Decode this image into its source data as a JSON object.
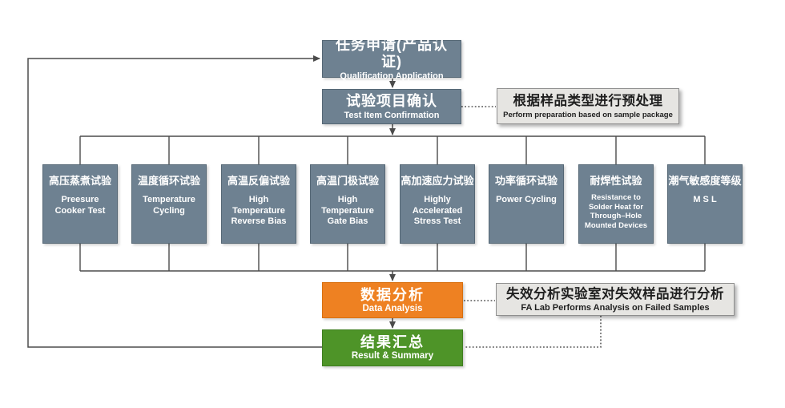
{
  "flow": {
    "start": {
      "zh": "任务申请(产品认证)",
      "en": "Qualification Application"
    },
    "confirm": {
      "zh": "试验项目确认",
      "en": "Test Item Confirmation"
    },
    "tests": [
      {
        "zh": "高压蒸煮试验",
        "en": "Preesure\nCooker Test"
      },
      {
        "zh": "温度循环试验",
        "en": "Temperature\nCycling"
      },
      {
        "zh": "高温反偏试验",
        "en": "High\nTemperature\nReverse Bias"
      },
      {
        "zh": "高温门极试验",
        "en": "High\nTemperature\nGate Bias"
      },
      {
        "zh": "高加速应力试验",
        "en": "Highly\nAccelerated\nStress Test"
      },
      {
        "zh": "功率循环试验",
        "en": "Power Cycling"
      },
      {
        "zh": "耐焊性试验",
        "en": "Resistance to\nSolder Heat  for\nThrough–Hole\nMounted Devices"
      },
      {
        "zh": "潮气敏感度等级",
        "en": "M S L"
      }
    ],
    "analysis": {
      "zh": "数据分析",
      "en": "Data Analysis"
    },
    "summary": {
      "zh": "结果汇总",
      "en": "Result & Summary"
    },
    "notes": [
      {
        "zh": "根据样品类型进行预处理",
        "en": "Perform preparation based on sample package"
      },
      {
        "zh": "失效分析实验室对失效样品进行分析",
        "en": "FA Lab Performs Analysis on Failed Samples"
      }
    ]
  },
  "colors": {
    "node": "#6E8191",
    "analysis": "#EE8122",
    "summary": "#4E9428",
    "note_bg": "#E6E5E2",
    "note_border": "#8F8F8F",
    "line": "#4B4B4B",
    "text_light": "#FFFFFF",
    "text_dark": "#1F1F1F"
  }
}
